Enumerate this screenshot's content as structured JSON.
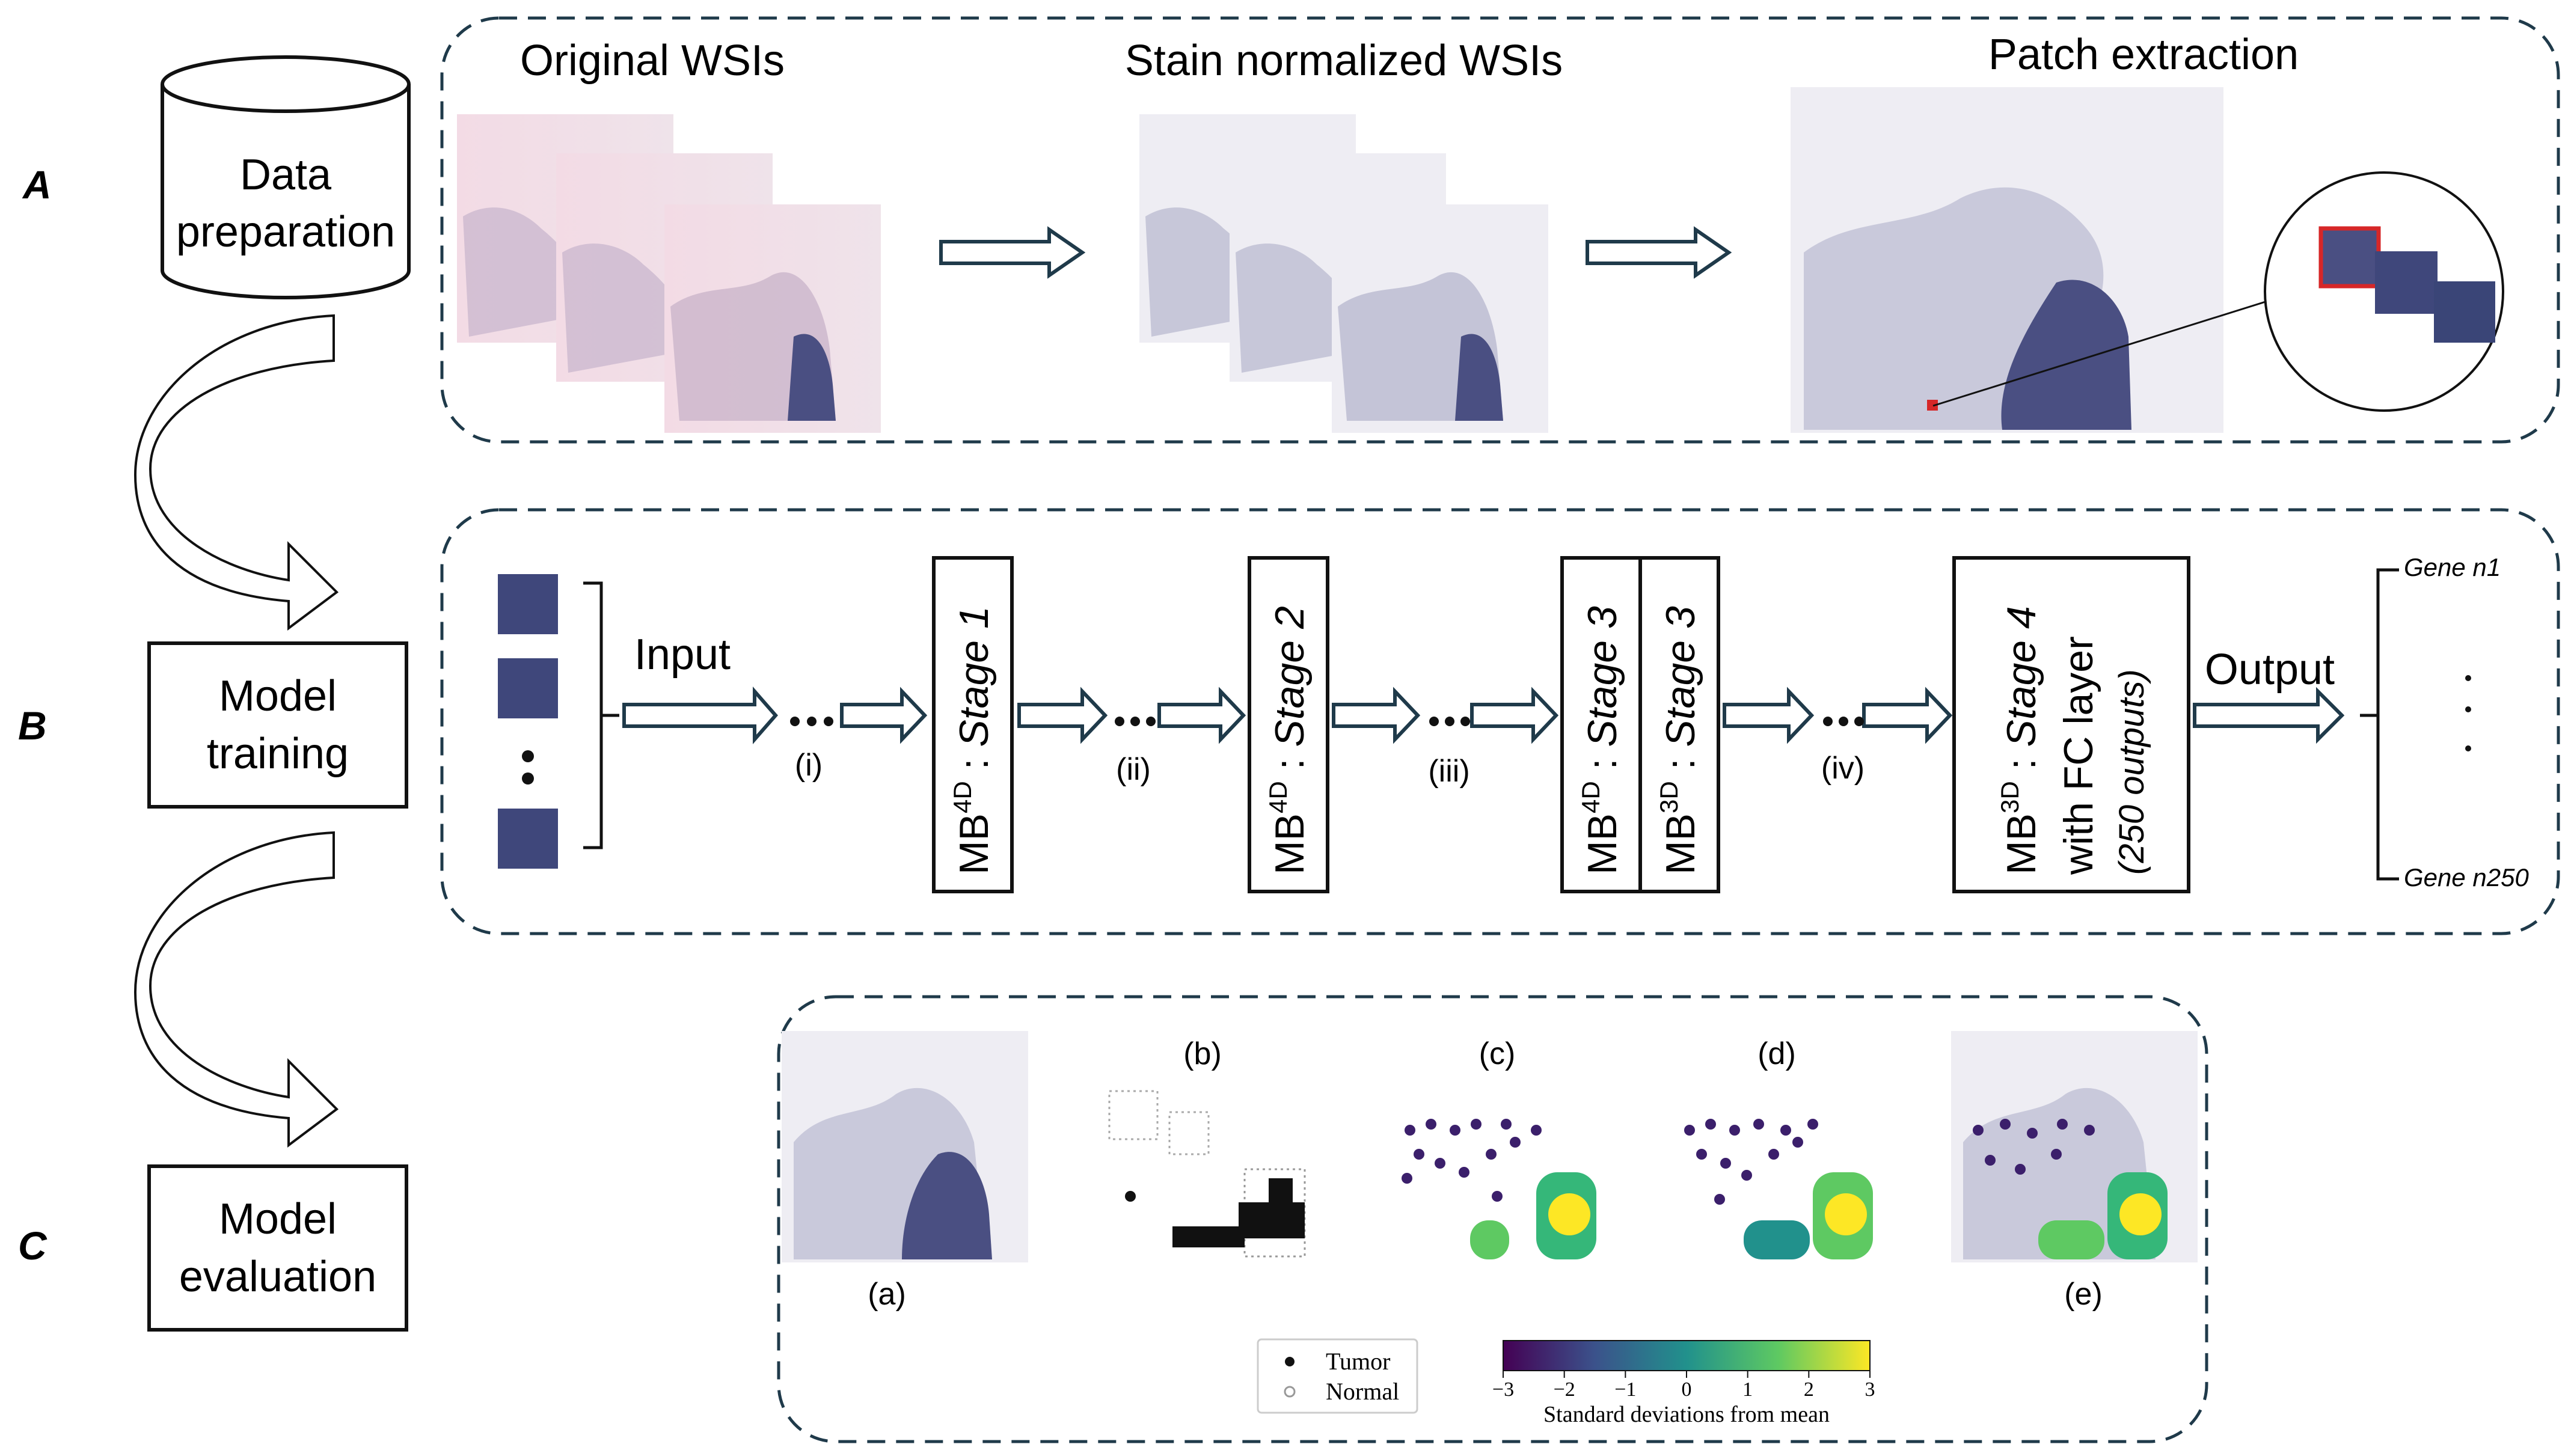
{
  "row_labels": [
    "A",
    "B",
    "C"
  ],
  "pipeline_steps": [
    "Data preparation",
    "Model training",
    "Model evaluation"
  ],
  "panel_a": {
    "titles": [
      "Original WSIs",
      "Stain normalized WSIs",
      "Patch extraction"
    ]
  },
  "panel_b": {
    "input_label": "Input",
    "output_label": "Output",
    "connectors": [
      "(i)",
      "(ii)",
      "(iii)",
      "(iv)"
    ],
    "blocks": {
      "stage1": {
        "prefix": "MB",
        "sup": "4D",
        "sep": " : ",
        "stage": "Stage 1"
      },
      "stage2": {
        "prefix": "MB",
        "sup": "4D",
        "sep": " : ",
        "stage": "Stage 2"
      },
      "stage3a": {
        "prefix": "MB",
        "sup": "4D",
        "sep": " : ",
        "stage": "Stage 3"
      },
      "stage3b": {
        "prefix": "MB",
        "sup": "3D",
        "sep": " : ",
        "stage": "Stage 3"
      },
      "stage4": {
        "prefix": "MB",
        "sup": "3D",
        "sep": " : ",
        "stage": "Stage 4",
        "line2": "with FC layer",
        "line3": "(250 outputs)"
      }
    },
    "genes": [
      "Gene n1",
      "Gene n250"
    ],
    "dots": "·"
  },
  "panel_c": {
    "sublabels": [
      "(a)",
      "(b)",
      "(c)",
      "(d)",
      "(e)"
    ],
    "legend": {
      "tumor": "Tumor",
      "normal": "Normal"
    },
    "colorbar": {
      "ticks": [
        "−3",
        "−2",
        "−1",
        "0",
        "1",
        "2",
        "3"
      ],
      "label": "Standard deviations from mean",
      "colors": [
        "#440154",
        "#3b528b",
        "#21918c",
        "#5ec962",
        "#fde725"
      ]
    }
  },
  "colors": {
    "dash": "#1f3a4a",
    "arrow": "#1f3a4a",
    "patch_box": "#d62728",
    "tissue_dark": "#3a4577",
    "tissue_pink": "#e9c8d6"
  }
}
